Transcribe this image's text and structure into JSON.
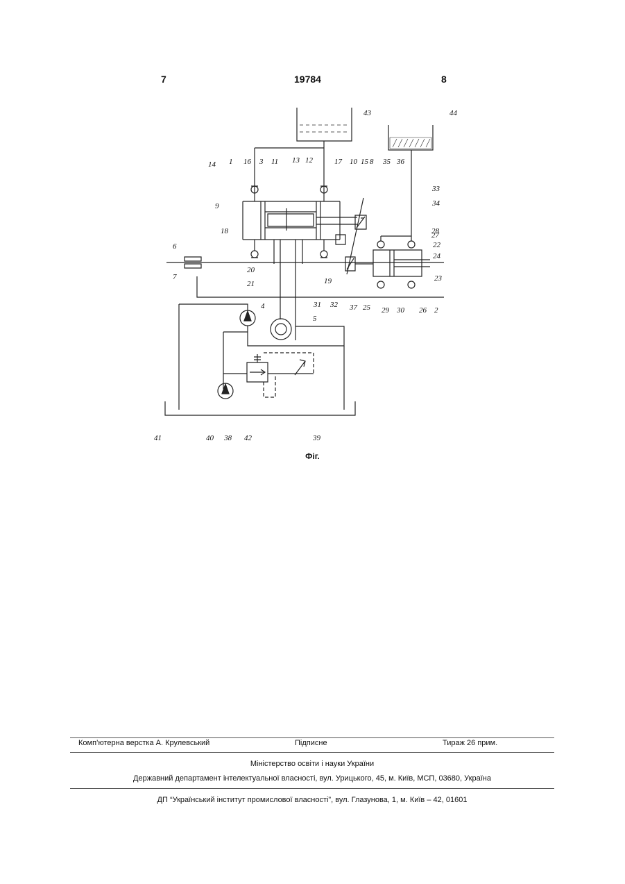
{
  "header": {
    "page_left": "7",
    "doc_number": "19784",
    "page_right": "8"
  },
  "figure": {
    "caption": "Фіг.",
    "labels": [
      "43",
      "44",
      "14",
      "1",
      "16",
      "3",
      "11",
      "13",
      "12",
      "17",
      "10",
      "15",
      "8",
      "35",
      "36",
      "33",
      "34",
      "9",
      "27",
      "28",
      "22",
      "24",
      "23",
      "6",
      "18",
      "19",
      "7",
      "20",
      "21",
      "31",
      "32",
      "37",
      "25",
      "29",
      "30",
      "26",
      "2",
      "4",
      "5",
      "41",
      "40",
      "38",
      "42",
      "39"
    ]
  },
  "footer": {
    "typesetter": "Комп’ютерна верстка А. Крулевський",
    "signed": "Підписне",
    "circulation": "Тираж 26 прим.",
    "ministry": "Міністерство освіти і науки України",
    "department": "Державний департамент інтелектуальної власності, вул. Урицького, 45, м. Київ, МСП, 03680, Україна",
    "institute": "ДП “Український інститут промислової власності”, вул. Глазунова, 1, м. Київ – 42, 01601"
  }
}
